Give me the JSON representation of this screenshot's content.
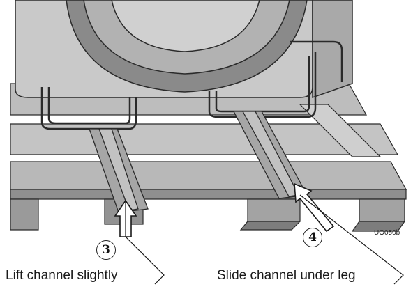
{
  "steps": [
    {
      "number": "3",
      "caption": "Lift channel slightly"
    },
    {
      "number": "4",
      "caption": "Slide channel under leg"
    }
  ],
  "figure_code": "UO050b",
  "colors": {
    "background": "#ffffff",
    "machine_body": "#c9c9c9",
    "machine_shadow": "#8a8a8a",
    "pallet": "#bdbdbd",
    "pallet_dark": "#7d7d7d",
    "channel": "#a6a6a6",
    "outline": "#2a2a2a"
  }
}
